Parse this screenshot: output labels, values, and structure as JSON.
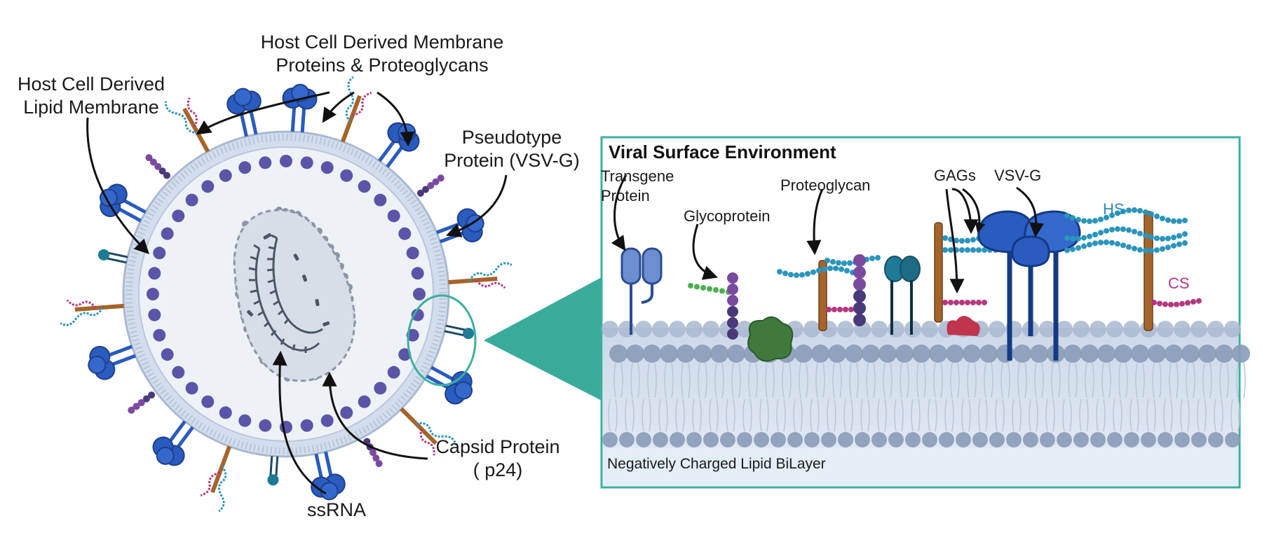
{
  "virion_labels": {
    "host_membrane_proteins": [
      "Host Cell Derived Membrane",
      "Proteins & Proteoglycans"
    ],
    "host_lipid_membrane": [
      "Host Cell Derived",
      "Lipid Membrane"
    ],
    "pseudotype_protein": [
      "Pseudotype",
      "Protein (VSV-G)"
    ],
    "capsid_protein": [
      "Capsid Protein",
      "( p24)"
    ],
    "ssrna": "ssRNA"
  },
  "inset": {
    "title": "Viral Surface Environment",
    "transgene_protein": [
      "Transgene",
      "Protein"
    ],
    "glycoprotein": "Glycoprotein",
    "proteoglycan": "Proteoglycan",
    "gags": "GAGs",
    "vsvg": "VSV-G",
    "hs": "HS",
    "cs": "CS",
    "bilayer": "Negatively Charged Lipid BiLayer"
  },
  "colors": {
    "capsid": "#5a55a8",
    "membrane": "#c9d6ea",
    "vsvg": "#2a5bbf",
    "hs_chain": "#2a95bd",
    "cs_chain": "#b5387f",
    "proteoglycan_core": "#a5642a",
    "glycoprotein_sugar": "#7a4aa0",
    "inset_border": "#3ab0a0",
    "inset_wedge": "#3aab9a"
  }
}
